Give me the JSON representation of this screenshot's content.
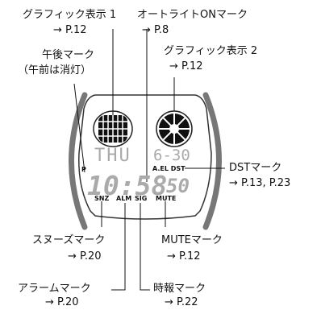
{
  "labels": {
    "graphic1": {
      "title": "グラフィック表示 1",
      "ref": "→ P.12"
    },
    "autolight": {
      "title": "オートライトONマーク",
      "ref": "→ P.8"
    },
    "graphic2": {
      "title": "グラフィック表示 2",
      "ref": "→ P.12"
    },
    "pm": {
      "title": "午後マーク",
      "note": "（午前は消灯）"
    },
    "dst": {
      "title": "DSTマーク",
      "ref": "→ P.13, P.23"
    },
    "snooze": {
      "title": "スヌーズマーク",
      "ref": "→ P.20"
    },
    "mute": {
      "title": "MUTEマーク",
      "ref": "→ P.12"
    },
    "alarm": {
      "title": "アラームマーク",
      "ref": "→ P.20"
    },
    "signal": {
      "title": "時報マーク",
      "ref": "→ P.22"
    }
  },
  "display": {
    "day": "THU",
    "date": "6-30",
    "pm_indicator": "P",
    "indicators_top": "A.EL DST",
    "time": "10:58",
    "seconds": "50",
    "indicators_bottom": [
      "SNZ",
      "ALM",
      "SIG",
      "MUTE"
    ]
  }
}
